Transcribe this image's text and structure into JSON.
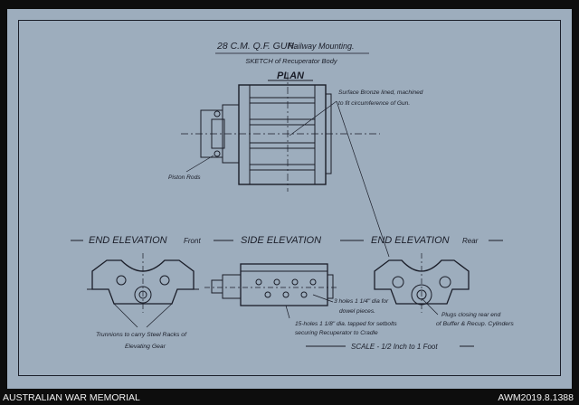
{
  "sheet": {
    "title": "28 C.M. Q.F. GUN.",
    "title_suffix": "Railway Mounting.",
    "subtitle": "SKETCH of Recuperator Body",
    "plan_label": "PLAN",
    "plan_notes": {
      "surface_line1": "Surface Bronze lined, machined",
      "surface_line2": "to fit circumference of Gun.",
      "piston_rods": "Piston Rods"
    },
    "elevations": {
      "end_front_main": "END ELEVATION",
      "end_front_suffix": "Front",
      "side": "SIDE ELEVATION",
      "end_rear_main": "END ELEVATION",
      "end_rear_suffix": "Rear"
    },
    "notes": {
      "trunnions_line1": "Trunnions to carry Steel Racks of",
      "trunnions_line2": "Elevating Gear",
      "holes_3_line1": "3 holes 1 1/4\" dia for",
      "holes_3_line2": "dowel pieces.",
      "holes_15_line1": "15-holes 1 1/8\" dia. tapped for setbolts",
      "holes_15_line2": "securing Recuperator to Cradle",
      "plugs_line1": "Plugs closing rear end",
      "plugs_line2": "of Buffer & Recup. Cylinders"
    },
    "scale": "SCALE - 1/2 Inch to 1 Foot"
  },
  "captions": {
    "left": "AUSTRALIAN WAR MEMORIAL",
    "right": "AWM2019.8.1388"
  },
  "colors": {
    "paper": "#9dadbd",
    "ink": "#1a1d28",
    "background": "#0d0d0d"
  }
}
